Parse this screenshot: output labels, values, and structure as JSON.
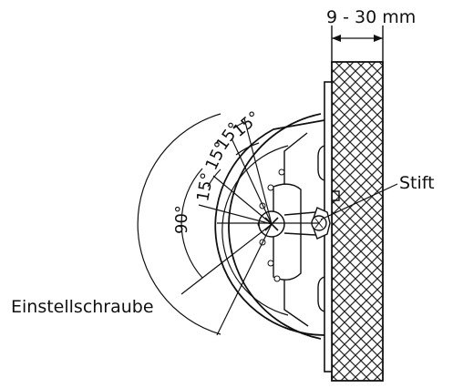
{
  "dimension": {
    "thickness_label": "9 - 30 mm"
  },
  "labels": {
    "pin": "Stift",
    "adjust_screw": "Einstellschraube"
  },
  "angles": {
    "total": "90°",
    "step_a": "15°",
    "step_b": "15°",
    "step_c": "15°",
    "step_d": "15°"
  }
}
